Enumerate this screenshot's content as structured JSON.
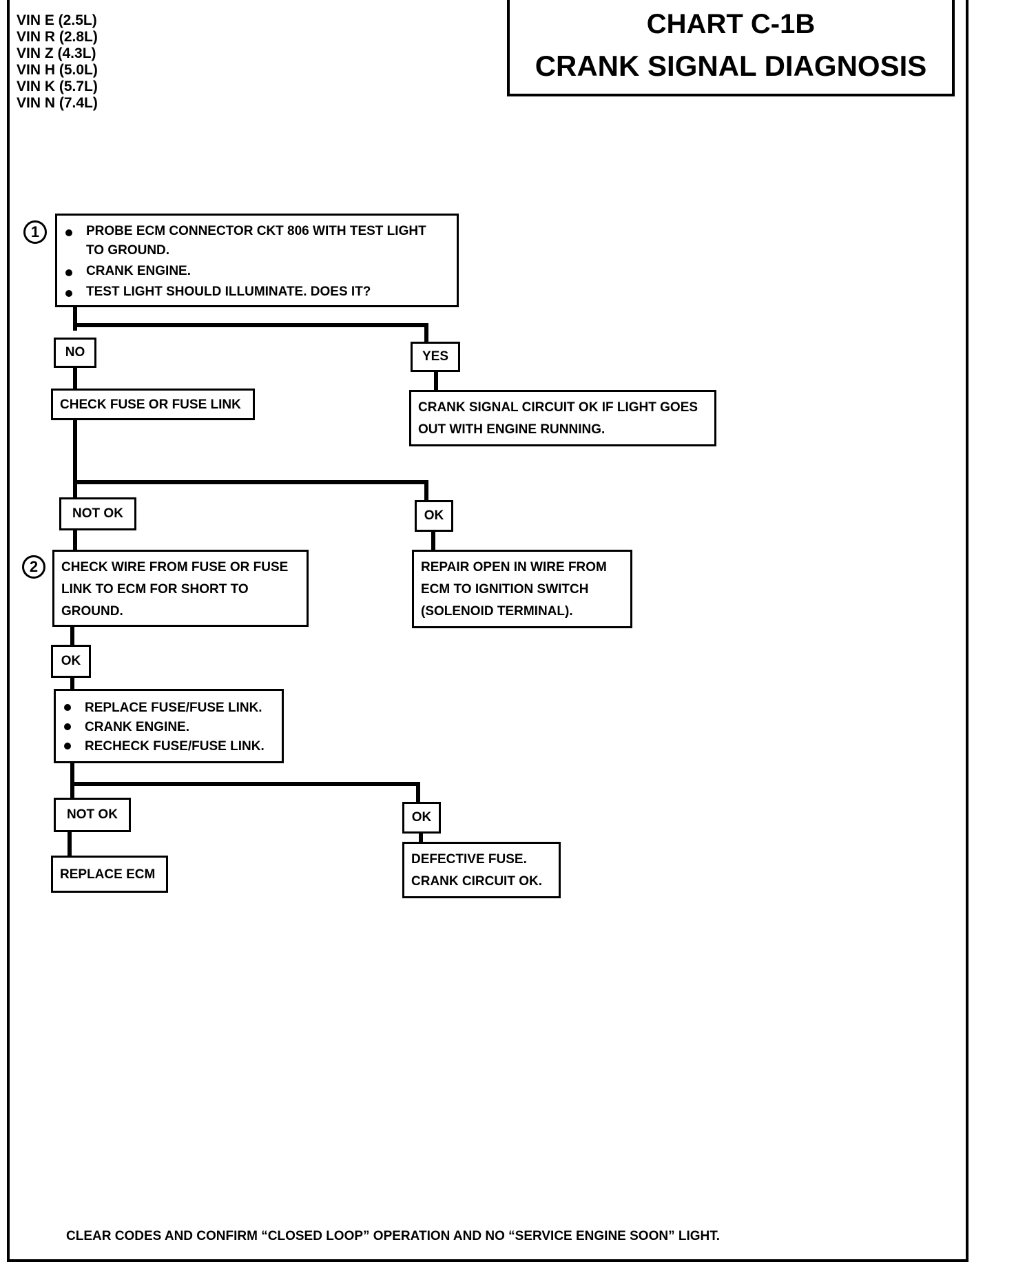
{
  "vin_list": [
    "VIN E (2.5L)",
    "VIN R (2.8L)",
    "VIN Z (4.3L)",
    "VIN H (5.0L)",
    "VIN K (5.7L)",
    "VIN N (7.4L)"
  ],
  "title": {
    "line1": "CHART C-1B",
    "line2": "CRANK SIGNAL DIAGNOSIS"
  },
  "steps": {
    "step1": {
      "number": "1",
      "bullets": [
        "PROBE ECM CONNECTOR CKT 806 WITH TEST LIGHT",
        "TO GROUND.",
        "CRANK ENGINE.",
        "TEST LIGHT SHOULD ILLUMINATE.  DOES IT?"
      ]
    },
    "no_label": "NO",
    "yes_label": "YES",
    "check_fuse": "CHECK FUSE OR FUSE LINK",
    "crank_ok": [
      "CRANK SIGNAL CIRCUIT OK IF LIGHT GOES",
      "OUT WITH ENGINE RUNNING."
    ],
    "not_ok_label_1": "NOT OK",
    "ok_label_1": "OK",
    "step2": {
      "number": "2",
      "lines": [
        "CHECK WIRE FROM FUSE OR FUSE",
        "LINK TO ECM FOR SHORT TO",
        "GROUND."
      ]
    },
    "repair_open": [
      "REPAIR OPEN IN WIRE FROM",
      "ECM TO IGNITION SWITCH",
      "(SOLENOID TERMINAL)."
    ],
    "ok_label_2": "OK",
    "replace_fuse": [
      "REPLACE FUSE/FUSE LINK.",
      "CRANK ENGINE.",
      "RECHECK FUSE/FUSE LINK."
    ],
    "not_ok_label_2": "NOT OK",
    "ok_label_3": "OK",
    "replace_ecm": "REPLACE ECM",
    "defective_fuse": [
      "DEFECTIVE FUSE.",
      "CRANK CIRCUIT OK."
    ]
  },
  "footer": "CLEAR CODES AND CONFIRM “CLOSED LOOP” OPERATION AND NO “SERVICE ENGINE SOON” LIGHT."
}
